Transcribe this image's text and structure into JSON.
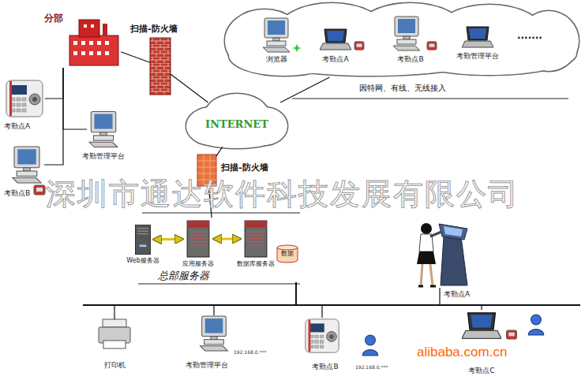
{
  "diagram": {
    "nodes": [
      {
        "text": [
          "分部"
        ]
      },
      {
        "text": [
          "扫描-防火墙"
        ]
      },
      {
        "text": [
          "INTERNET"
        ]
      },
      {
        "text": [
          "因特网、有线、无线接入"
        ]
      },
      {
        "text": [
          "浏览器"
        ],
        "in": 3
      },
      {
        "text": [
          "考勤点A"
        ],
        "in": 3
      },
      {
        "text": [
          "考勤点B"
        ],
        "in": 3
      },
      {
        "text": [
          "考勤管理平台"
        ],
        "in": 3
      },
      {
        "text": [
          "考勤点A"
        ]
      },
      {
        "text": [
          "考勤管理平台"
        ]
      },
      {
        "text": [
          "考勤点B"
        ]
      },
      {
        "text": [
          "扫描-防火墙"
        ]
      },
      {
        "text": [
          "总部服务器"
        ]
      },
      {
        "text": [
          "Web服务器"
        ],
        "in": 12
      },
      {
        "text": [
          "应用服务器"
        ],
        "in": 12
      },
      {
        "text": [
          "数据库服务器"
        ],
        "in": 12
      },
      {
        "text": [
          "数据"
        ],
        "in": 12
      },
      {
        "text": [
          "打印机"
        ]
      },
      {
        "text": [
          "考勤管理平台",
          "192.168.0.***"
        ]
      },
      {
        "text": [
          "考勤点B",
          "192.168.0.***"
        ]
      },
      {
        "text": [
          "考勤点C"
        ]
      },
      {
        "text": [
          "考勤点A"
        ]
      }
    ],
    "edges": [
      {
        "from": 0,
        "to": 1,
        "arrow": "none"
      },
      {
        "from": 1,
        "to": 2,
        "arrow": "none"
      },
      {
        "from": 2,
        "to": 3,
        "arrow": "none"
      },
      {
        "from": 2,
        "to": 11,
        "arrow": "none"
      },
      {
        "from": 0,
        "to": 8,
        "arrow": "none"
      },
      {
        "from": 0,
        "to": 9,
        "arrow": "none"
      },
      {
        "from": 0,
        "to": 10,
        "arrow": "none"
      },
      {
        "from": 11,
        "to": 12,
        "arrow": "none"
      },
      {
        "from": 13,
        "to": 14,
        "arrow": "both"
      },
      {
        "from": 14,
        "to": 15,
        "arrow": "both"
      },
      {
        "from": 12,
        "to": 17,
        "arrow": "none"
      },
      {
        "from": 12,
        "to": 18,
        "arrow": "none"
      },
      {
        "from": 12,
        "to": 19,
        "arrow": "none"
      },
      {
        "from": 12,
        "to": 20,
        "arrow": "none"
      },
      {
        "from": 12,
        "to": 21,
        "arrow": "none"
      }
    ],
    "labels": [
      "深圳市通达软件科技发展有限公司",
      ".......",
      "alibaba.com.cn"
    ]
  }
}
